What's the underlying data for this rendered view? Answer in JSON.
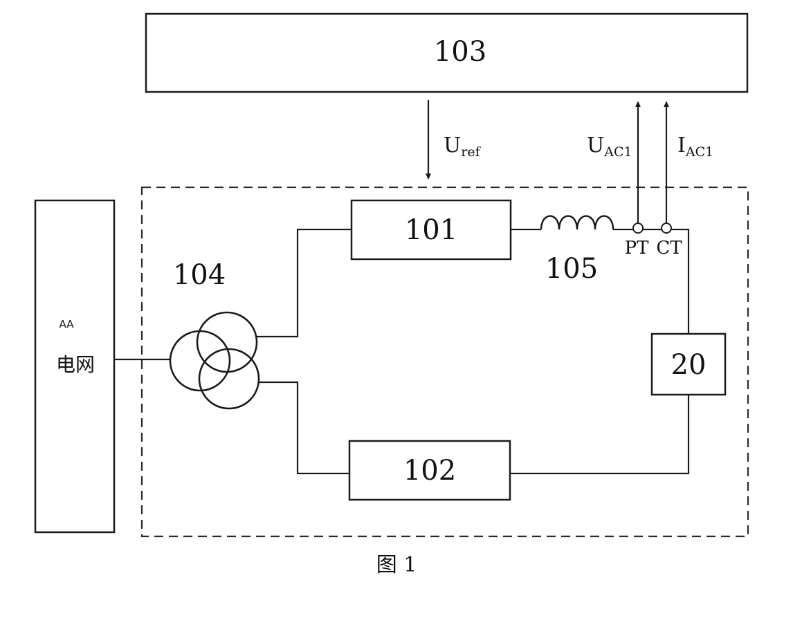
{
  "blocks": {
    "controller": "103",
    "converter_1": "101",
    "converter_2": "102",
    "transformer": "104",
    "inductor": "105",
    "load": "20",
    "grid_tag": "AA",
    "grid": "电网"
  },
  "signals": {
    "uref_main": "U",
    "uref_sub": "ref",
    "uac_main": "U",
    "uac_sub": "AC1",
    "iac_main": "I",
    "iac_sub": "AC1"
  },
  "terminals": {
    "pt": "PT",
    "ct": "CT"
  },
  "caption": "图 1"
}
